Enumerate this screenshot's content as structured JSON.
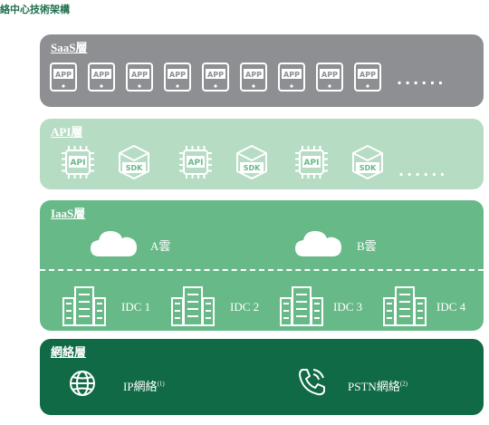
{
  "page_title": "絡中心技術架構",
  "saas": {
    "label": "SaaS層",
    "app_text": "APP",
    "app_count": 9,
    "ellipsis": "......"
  },
  "api": {
    "label": "API層",
    "api_text": "API",
    "sdk_text": "SDK",
    "ellipsis": "......"
  },
  "iaas": {
    "label": "IaaS層",
    "clouds": [
      {
        "label": "A雲"
      },
      {
        "label": "B雲"
      }
    ],
    "idcs": [
      {
        "label": "IDC 1"
      },
      {
        "label": "IDC 2"
      },
      {
        "label": "IDC 3"
      },
      {
        "label": "IDC 4"
      }
    ]
  },
  "network": {
    "label": "網絡層",
    "ip": {
      "label": "IP網絡",
      "note": "(1)"
    },
    "pstn": {
      "label": "PSTN網絡",
      "note": "(2)"
    }
  },
  "colors": {
    "saas_bg": "#8d8f92",
    "api_bg": "#b7dcc4",
    "iaas_bg": "#67b988",
    "network_bg": "#0f6a45",
    "title": "#1f6e4c"
  },
  "icons": [
    "app-icon",
    "api-chip-icon",
    "sdk-cube-icon",
    "cloud-icon",
    "server-building-icon",
    "globe-icon",
    "phone-icon"
  ]
}
